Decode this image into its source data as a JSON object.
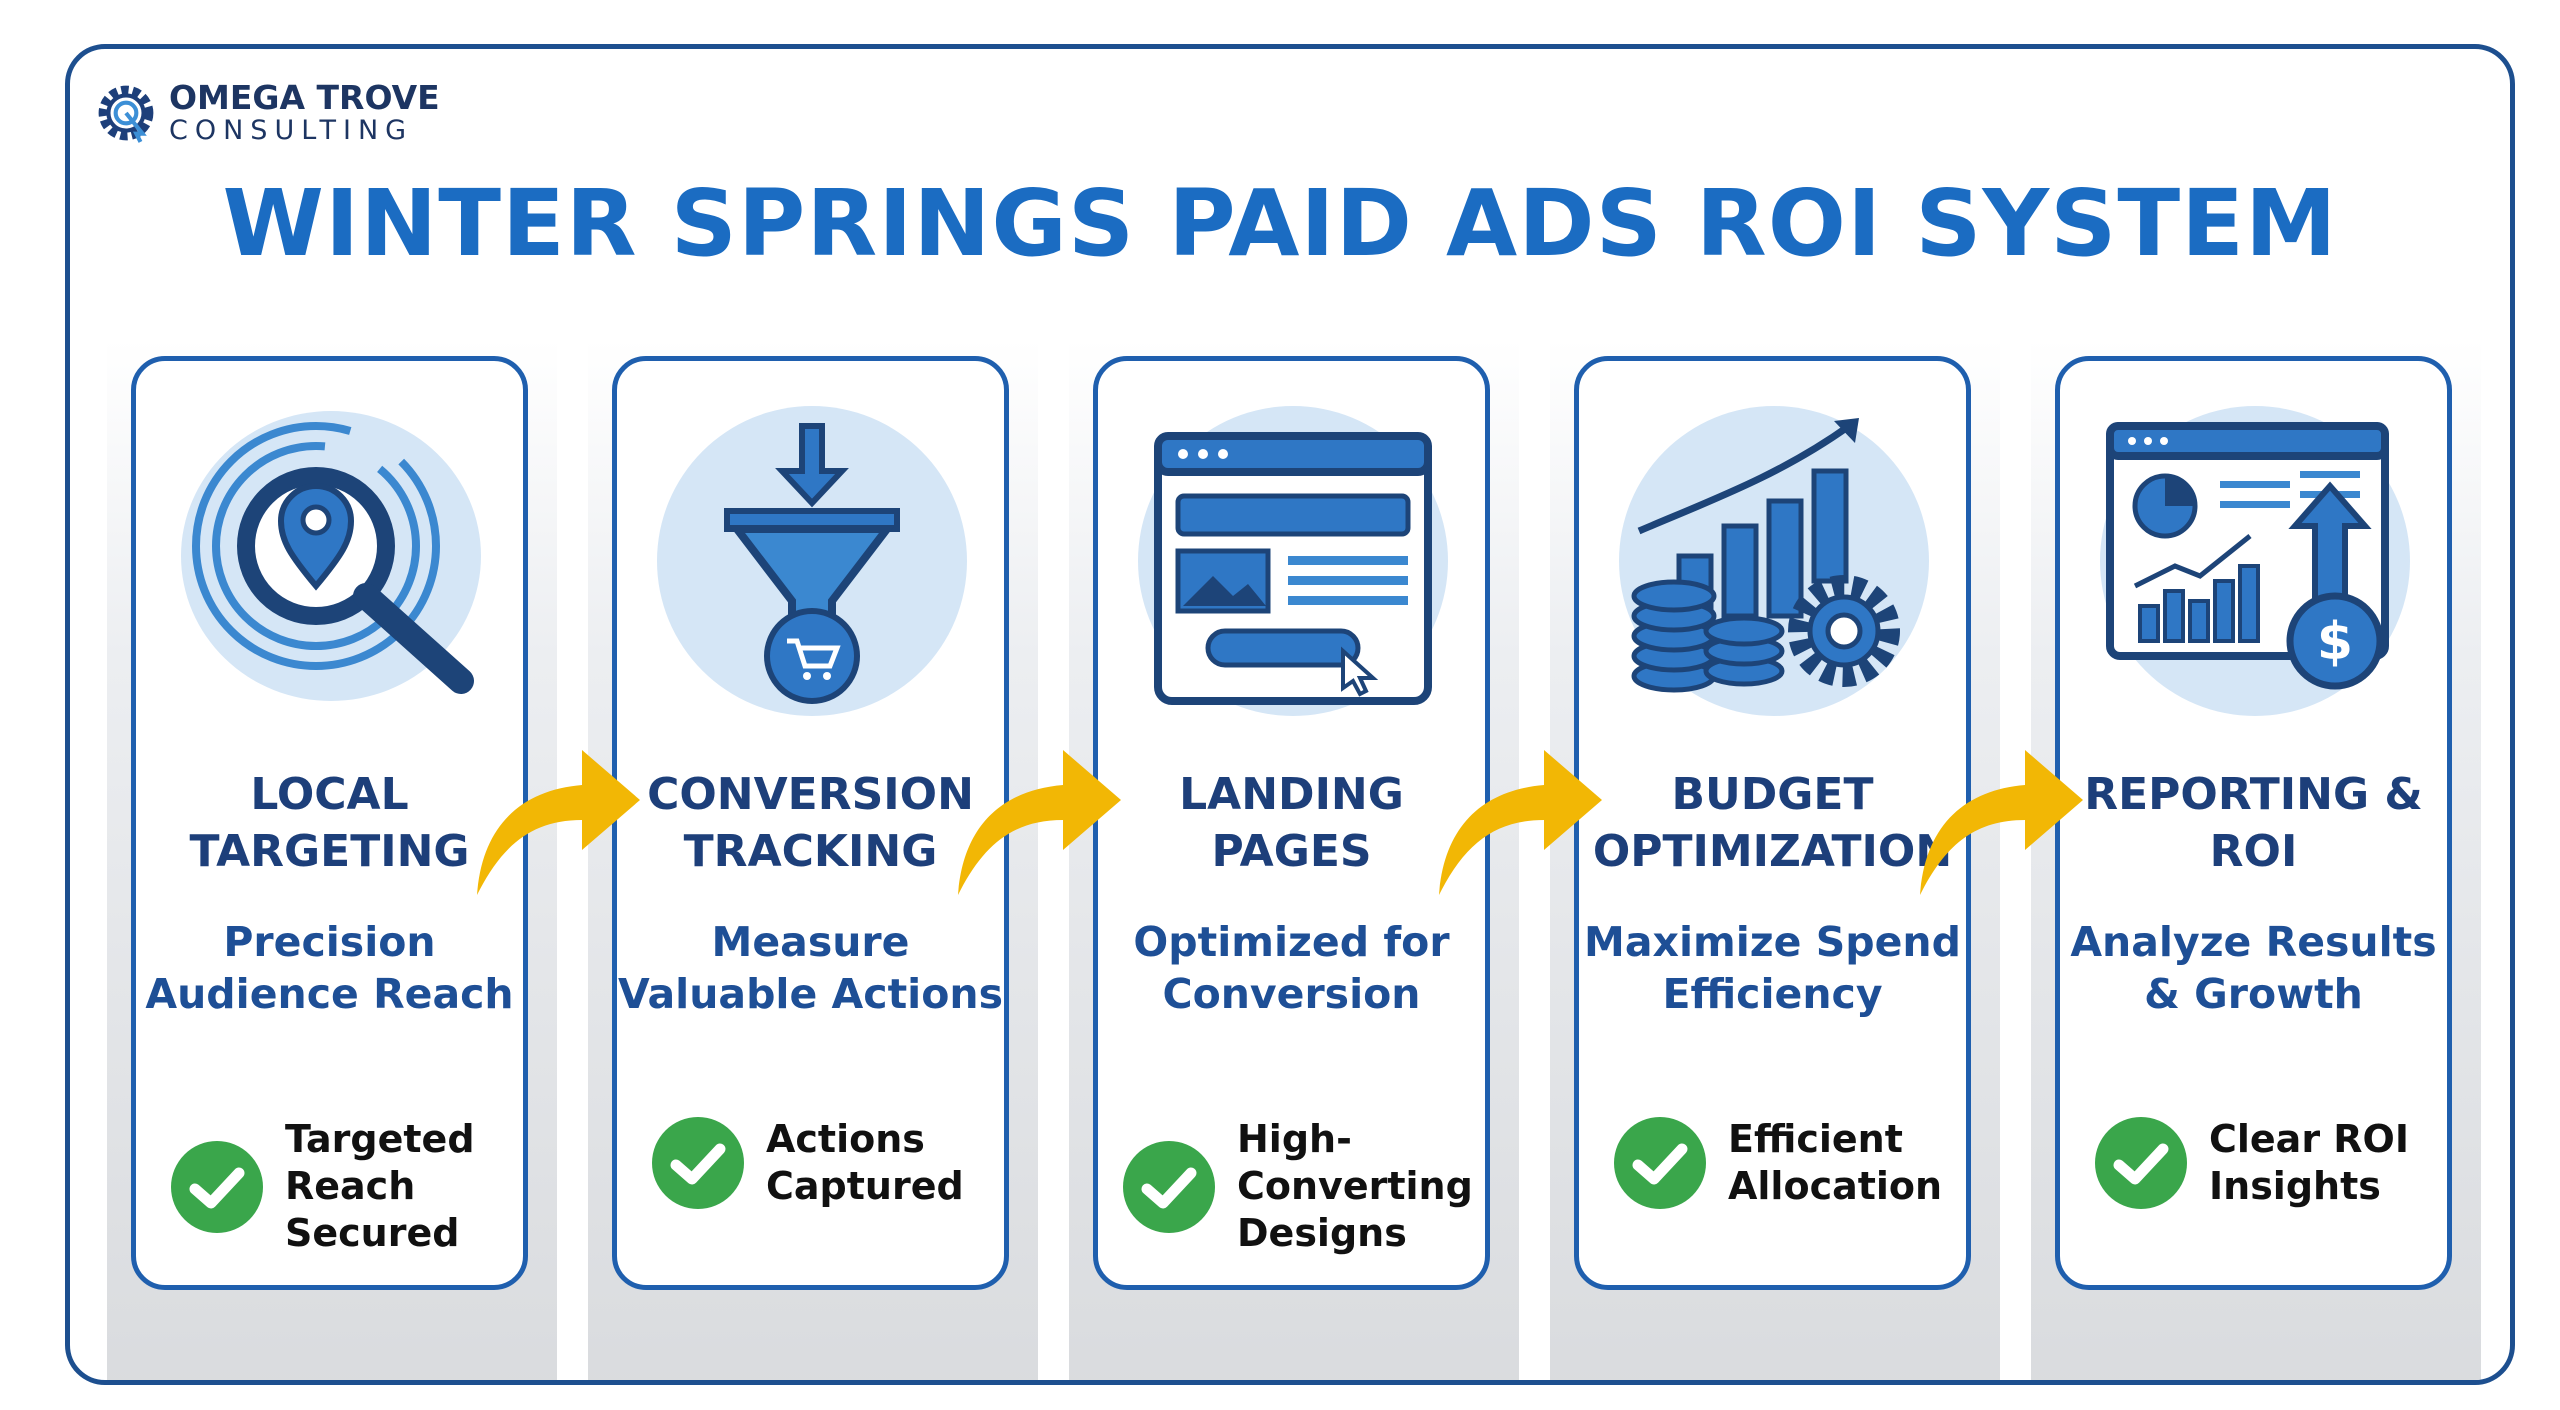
{
  "logo": {
    "line1": "OMEGA TROVE",
    "line2": "CONSULTING"
  },
  "title": "WINTER SPRINGS PAID ADS ROI SYSTEM",
  "colors": {
    "title": "#1b6cc2",
    "heading": "#1d3f7a",
    "card_border": "#1f5fae",
    "arrow": "#f2b705",
    "check": "#3aa64b"
  },
  "steps": [
    {
      "icon": "magnifier-location-icon",
      "heading": "LOCAL TARGETING",
      "subtitle": "Precision Audience Reach",
      "check": "Targeted Reach Secured"
    },
    {
      "icon": "funnel-cart-icon",
      "heading": "CONVERSION TRACKING",
      "subtitle": "Measure Valuable Actions",
      "check": "Actions Captured"
    },
    {
      "icon": "landing-page-browser-icon",
      "heading": "LANDING PAGES",
      "subtitle": "Optimized for Conversion",
      "check": "High-Converting Designs"
    },
    {
      "icon": "coins-chart-gear-icon",
      "heading": "BUDGET OPTIMIZATION",
      "subtitle": "Maximize Spend Efficiency",
      "check": "Efficient Allocation"
    },
    {
      "icon": "dashboard-dollar-icon",
      "heading": "REPORTING & ROI",
      "subtitle": "Analyze Results & Growth",
      "check": "Clear ROI Insights"
    }
  ]
}
